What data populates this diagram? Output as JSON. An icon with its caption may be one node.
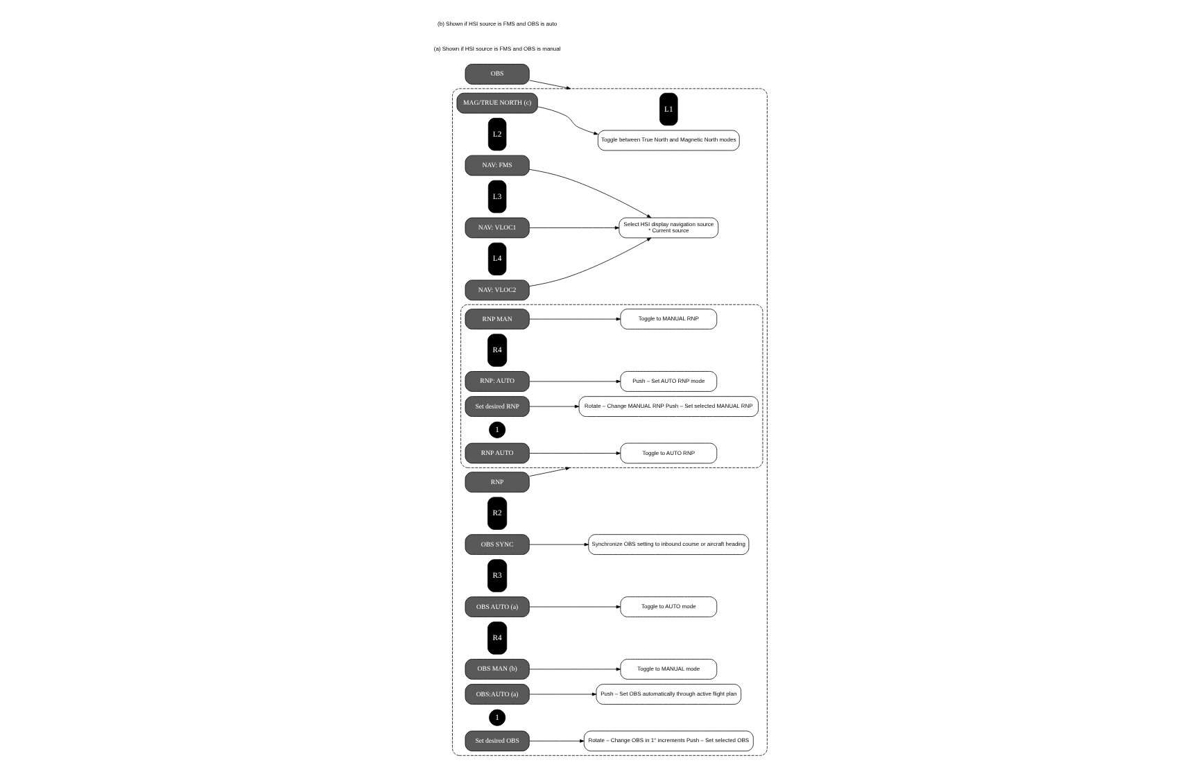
{
  "diagram": {
    "nodes": [
      {
        "text": [
          "OBS"
        ]
      },
      {
        "text": [],
        "shape": "box"
      },
      {
        "text": [
          "L1"
        ],
        "in": 1
      },
      {
        "text": [
          "MAG/TRUE NORTH (c)"
        ],
        "in": 1
      },
      {
        "text": [
          "Toggle between True North and Magnetic North modes"
        ],
        "in": 1
      },
      {
        "text": [
          "L2"
        ],
        "in": 1
      },
      {
        "text": [
          "NAV: FMS"
        ],
        "in": 1
      },
      {
        "text": [
          "L3"
        ],
        "in": 1
      },
      {
        "text": [
          "NAV: VLOC1"
        ],
        "in": 1
      },
      {
        "text": [
          "L4"
        ],
        "in": 1
      },
      {
        "text": [
          "NAV: VLOC2"
        ],
        "in": 1
      },
      {
        "text": [
          "Select HSI display navigation source",
          "* Current source"
        ],
        "in": 1
      },
      {
        "text": [
          "RNP"
        ],
        "in": 1
      },
      {
        "text": [
          "R2"
        ],
        "in": 1
      },
      {
        "text": [
          "Synchronize OBS setting to inbound course or aircraft heading"
        ],
        "in": 1
      },
      {
        "text": [
          "OBS SYNC"
        ],
        "in": 1
      },
      {
        "text": [
          "R3"
        ],
        "in": 1
      },
      {
        "text": [
          "Toggle to AUTO mode"
        ],
        "in": 1
      },
      {
        "text": [
          "OBS AUTO (a)"
        ],
        "in": 1
      },
      {
        "text": [
          "R4"
        ],
        "in": 1
      },
      {
        "text": [
          "Toggle to MANUAL mode"
        ],
        "in": 1
      },
      {
        "text": [
          "OBS MAN (b)"
        ],
        "in": 1
      },
      {
        "text": [
          "Push – Set OBS automatically through active flight plan"
        ],
        "in": 1
      },
      {
        "text": [
          "OBS:AUTO (a)"
        ],
        "in": 1
      },
      {
        "text": [
          "1"
        ],
        "in": 1
      },
      {
        "text": [
          "Rotate – Change OBS in 1° increments Push – Set selected OBS"
        ],
        "in": 1
      },
      {
        "text": [
          "Set desired OBS"
        ],
        "in": 1
      },
      {
        "text": [],
        "shape": "box",
        "in": 1
      },
      {
        "text": [
          "Toggle to AUTO RNP"
        ],
        "in": 27
      },
      {
        "text": [
          "RNP AUTO"
        ],
        "in": 27
      },
      {
        "text": [
          "R4"
        ],
        "in": 27
      },
      {
        "text": [
          "Toggle to MANUAL RNP"
        ],
        "in": 27
      },
      {
        "text": [
          "RNP MAN"
        ],
        "in": 27
      },
      {
        "text": [
          "Push – Set AUTO RNP mode"
        ],
        "in": 27
      },
      {
        "text": [
          "RNP: AUTO"
        ],
        "in": 27
      },
      {
        "text": [
          "1"
        ],
        "in": 27
      },
      {
        "text": [
          "Rotate – Change MANUAL RNP Push – Set selected MANUAL RNP"
        ],
        "in": 27
      },
      {
        "text": [
          "Set desired RNP"
        ],
        "in": 27
      }
    ],
    "edges": [
      {
        "from": 0,
        "to": 1,
        "arrow": "to"
      },
      {
        "from": 3,
        "to": 4,
        "arrow": "to"
      },
      {
        "from": 6,
        "to": 11,
        "arrow": "to"
      },
      {
        "from": 8,
        "to": 11,
        "arrow": "to"
      },
      {
        "from": 10,
        "to": 11,
        "arrow": "to"
      },
      {
        "from": 12,
        "to": 27,
        "arrow": "to"
      },
      {
        "from": 15,
        "to": 14,
        "arrow": "to"
      },
      {
        "from": 18,
        "to": 17,
        "arrow": "to"
      },
      {
        "from": 21,
        "to": 20,
        "arrow": "to"
      },
      {
        "from": 23,
        "to": 22,
        "arrow": "to"
      },
      {
        "from": 26,
        "to": 25,
        "arrow": "to"
      },
      {
        "from": 29,
        "to": 28,
        "arrow": "to"
      },
      {
        "from": 32,
        "to": 31,
        "arrow": "to"
      },
      {
        "from": 34,
        "to": 33,
        "arrow": "to"
      },
      {
        "from": 37,
        "to": 36,
        "arrow": "to"
      }
    ],
    "labels": [
      "(a) Shown if HSI source is FMS and OBS is manual",
      "(b) Shown if HSI source is FMS and OBS is auto"
    ]
  }
}
